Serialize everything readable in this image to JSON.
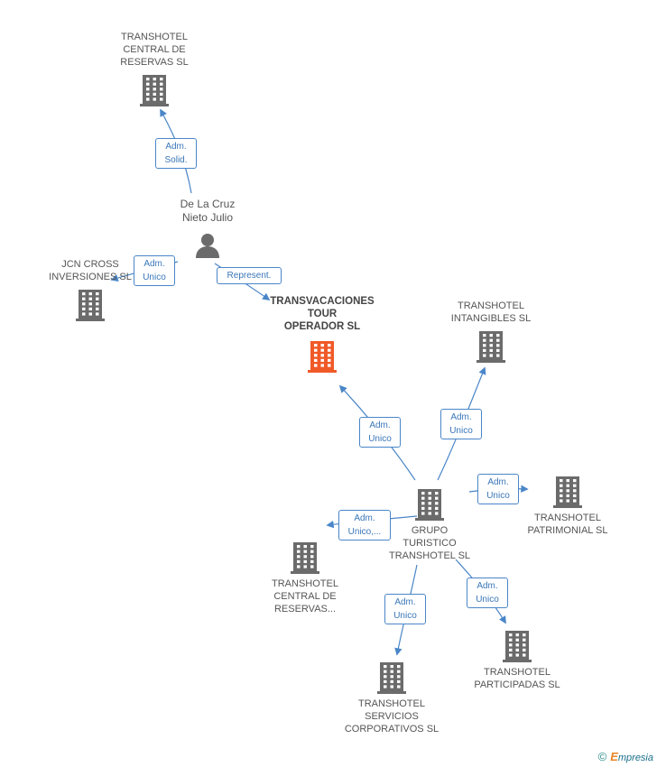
{
  "colors": {
    "edge": "#4a86c8",
    "building": "#6b6b6b",
    "main_building": "#f05a28",
    "person": "#6b6b6b"
  },
  "nodes": {
    "reservas_top": {
      "label": "TRANSHOTEL\nCENTRAL DE\nRESERVAS SL",
      "icon": "building-icon"
    },
    "person": {
      "label": "De La Cruz\nNieto Julio",
      "icon": "person-icon"
    },
    "jcn": {
      "label": "JCN CROSS\nINVERSIONES SL",
      "icon": "building-icon"
    },
    "main": {
      "label": "TRANSVACACIONES\nTOUR\nOPERADOR SL",
      "icon": "building-icon"
    },
    "intangibles": {
      "label": "TRANSHOTEL\nINTANGIBLES SL",
      "icon": "building-icon"
    },
    "grupo": {
      "label": "GRUPO\nTURISTICO\nTRANSHOTEL SL",
      "icon": "building-icon"
    },
    "patrimonial": {
      "label": "TRANSHOTEL\nPATRIMONIAL SL",
      "icon": "building-icon"
    },
    "reservas_bottom": {
      "label": "TRANSHOTEL\nCENTRAL DE\nRESERVAS...",
      "icon": "building-icon"
    },
    "participadas": {
      "label": "TRANSHOTEL\nPARTICIPADAS SL",
      "icon": "building-icon"
    },
    "servicios": {
      "label": "TRANSHOTEL\nSERVICIOS\nCORPORATIVOS SL",
      "icon": "building-icon"
    }
  },
  "relations": {
    "adm_solid": "Adm.\nSolid.",
    "adm_unico_jcn": "Adm.\nUnico",
    "represent": "Represent.",
    "adm_unico_main": "Adm.\nUnico",
    "adm_unico_intangibles": "Adm.\nUnico",
    "adm_unico_patrimonial": "Adm.\nUnico",
    "adm_unico_multi": "Adm.\nUnico,...",
    "adm_unico_participadas": "Adm.\nUnico",
    "adm_unico_servicios": "Adm.\nUnico"
  },
  "footer": {
    "copyright": "©",
    "brand_initial": "E",
    "brand_rest": "mpresia"
  }
}
